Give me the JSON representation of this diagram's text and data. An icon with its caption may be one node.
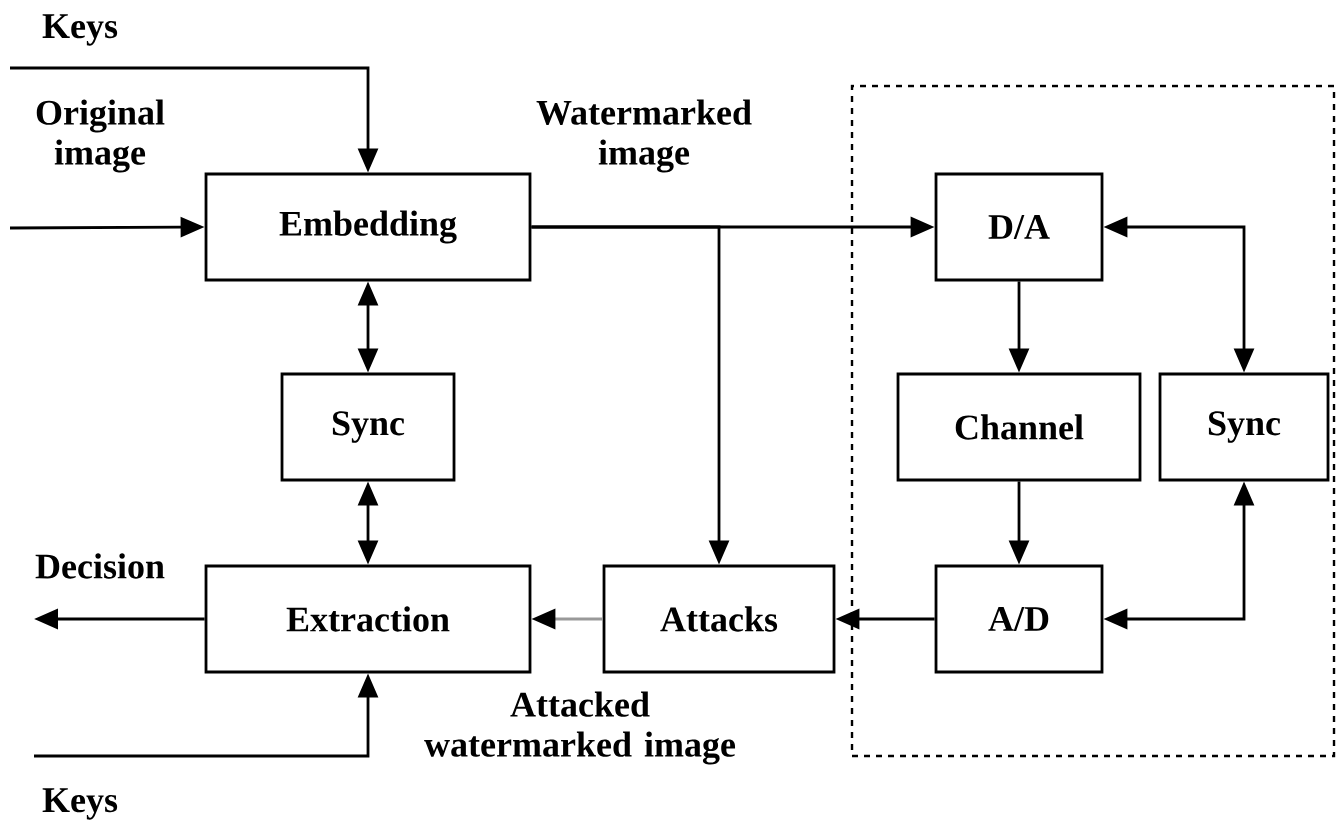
{
  "diagram": {
    "nodes": [
      {
        "text": [
          "Embedding"
        ]
      },
      {
        "text": [
          "Sync"
        ]
      },
      {
        "text": [
          "Extraction"
        ]
      },
      {
        "text": [
          "Attacks"
        ]
      },
      {
        "text": [],
        "shape": "box"
      },
      {
        "text": [
          "D/A"
        ],
        "in": 4
      },
      {
        "text": [
          "Channel"
        ],
        "in": 4
      },
      {
        "text": [
          "Sync"
        ],
        "in": 4
      },
      {
        "text": [
          "A/D"
        ],
        "in": 4
      }
    ],
    "edges": [
      {
        "from": null,
        "to": 0,
        "arrow": "to",
        "label": "Keys"
      },
      {
        "from": null,
        "to": 0,
        "arrow": "to",
        "label": "Original image"
      },
      {
        "from": 0,
        "to": 1,
        "arrow": "both"
      },
      {
        "from": 1,
        "to": 2,
        "arrow": "both"
      },
      {
        "from": 0,
        "to": 5,
        "arrow": "to",
        "label": "Watermarked image"
      },
      {
        "from": 0,
        "to": 3,
        "arrow": "to"
      },
      {
        "from": 5,
        "to": 6,
        "arrow": "to"
      },
      {
        "from": 6,
        "to": 8,
        "arrow": "to"
      },
      {
        "from": 5,
        "to": 7,
        "arrow": "both"
      },
      {
        "from": 8,
        "to": 7,
        "arrow": "both"
      },
      {
        "from": 8,
        "to": 3,
        "arrow": "to"
      },
      {
        "from": 3,
        "to": 2,
        "arrow": "to",
        "label": "Attacked watermarked image",
        "color": "#999999"
      },
      {
        "from": 2,
        "to": null,
        "arrow": "to",
        "label": "Decision"
      },
      {
        "from": null,
        "to": 2,
        "arrow": "to",
        "label": "Keys"
      }
    ]
  }
}
